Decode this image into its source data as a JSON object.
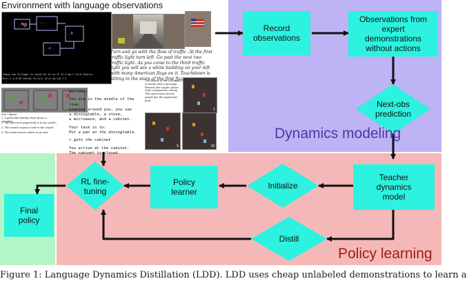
{
  "env_title": "Environment with language observations",
  "dynamics_label": "Dynamics modeling",
  "policy_learning_label": "Policy learning",
  "nodes": {
    "record": "Record observations",
    "expert": "Observations from expert demonstrations without actions",
    "nextobs": "Next-obs prediction",
    "teacher": "Teacher dynamics model",
    "initialize": "Initialize",
    "distill": "Distill",
    "policy_learner": "Policy learner",
    "rl": "RL fine-tuning",
    "final": "Final policy"
  },
  "nethack": {
    "status1": "Tedmy the Pillager    St:18/02 Dx:13 Co:17 In:9 Wi:7 Ch:6 Chaotic",
    "status2": "Dlvl:1 $:0 HP:18(18) Pw:2(2) AC:6 Xp:1/0 T:1",
    "help_title": "Grid + Mission",
    "help_lines": [
      "1. A particular beastly, there grows a seraphim",
      "2. The top-secret paperwork is in the scrub's",
      "3. The nearest region is next to the wizard",
      "4. The hunter knows where to go next"
    ]
  },
  "street": {
    "caption": "Turn and go with the flow of traffic. At the first traffic light turn left. Go past the next two traffic light. As you come to the third traffic light you will see a white building on your left with many American flags on it. Touchdown is sitting in the stars of the first flag."
  },
  "alfworld": {
    "lines": [
      "Welcome!",
      "",
      "You are in the middle of the room.",
      "Looking around you, you see",
      "a diningtable, a stove,",
      "a microwave, and a cabinet.",
      "",
      "Your task is to:",
      "Put a pan on the diningtable.",
      "",
      "> goto the cabinet",
      "",
      "You arrive at the cabinet.",
      "The cabinet is closed."
    ]
  },
  "messenger": {
    "manual": "The flower of the old mage is found with a message. Beware the cryptic ghost with a dangerous enemy. The mysterious heroic guard has the important goal.",
    "step_numbers": [
      "1",
      "5",
      "10"
    ]
  },
  "caption": "Figure 1: Language Dynamics Distillation (LDD). LDD uses cheap unlabeled demonstrations to learn a",
  "colors": {
    "dynamics_bg": "#bdb3f5",
    "policy_bg": "#f5b8b8",
    "left_green": "#b3f5c6",
    "teal": "#2cf2df",
    "dynamics_text": "#4a3aa0",
    "policy_text": "#9b1b1b"
  }
}
